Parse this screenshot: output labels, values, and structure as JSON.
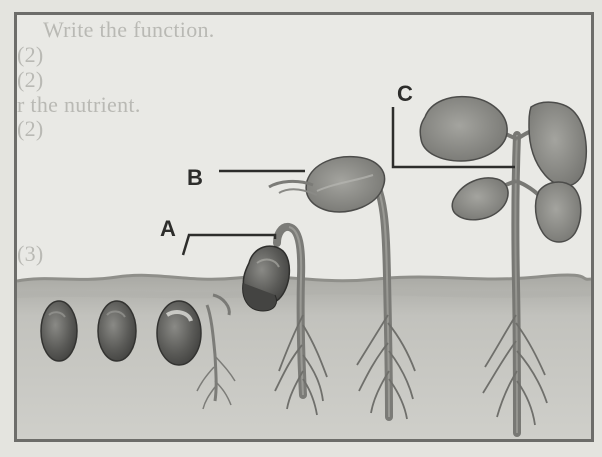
{
  "diagram": {
    "labels": {
      "a": "A",
      "b": "B",
      "c": "C"
    },
    "bleed_through_text": [
      "Write the function.",
      "(2)",
      "(2)",
      "r the nutrient.",
      "(2)",
      "(3)"
    ]
  },
  "colors": {
    "background": "#e6e6e1",
    "soil": "#bdbdb8",
    "plant": "#858580",
    "leaf": "#8e8e89",
    "seed": "#5b5b58",
    "outline": "#3c3c3a"
  }
}
